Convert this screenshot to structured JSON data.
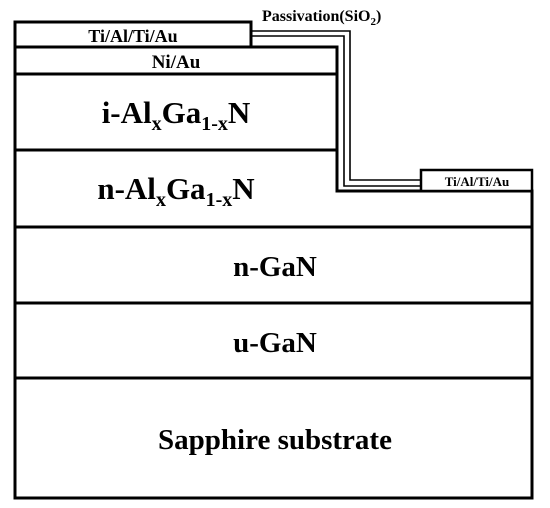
{
  "layers": {
    "top_contact": "Ti/Al/Ti/Au",
    "p_contact": "Ni/Au",
    "i_layer": {
      "main": "i-Al",
      "sub_x": "x",
      "mid": "Ga",
      "sub_1x": "1-x",
      "end": "N"
    },
    "n_algan": {
      "main": "n-Al",
      "sub_x": "x",
      "mid": "Ga",
      "sub_1x": "1-x",
      "end": "N"
    },
    "n_gan": "n-GaN",
    "u_gan": "u-GaN",
    "substrate": "Sapphire substrate",
    "side_contact": "Ti/Al/Ti/Au"
  },
  "passivation": {
    "main": "Passivation(SiO",
    "sub": "2",
    "end": ")"
  }
}
